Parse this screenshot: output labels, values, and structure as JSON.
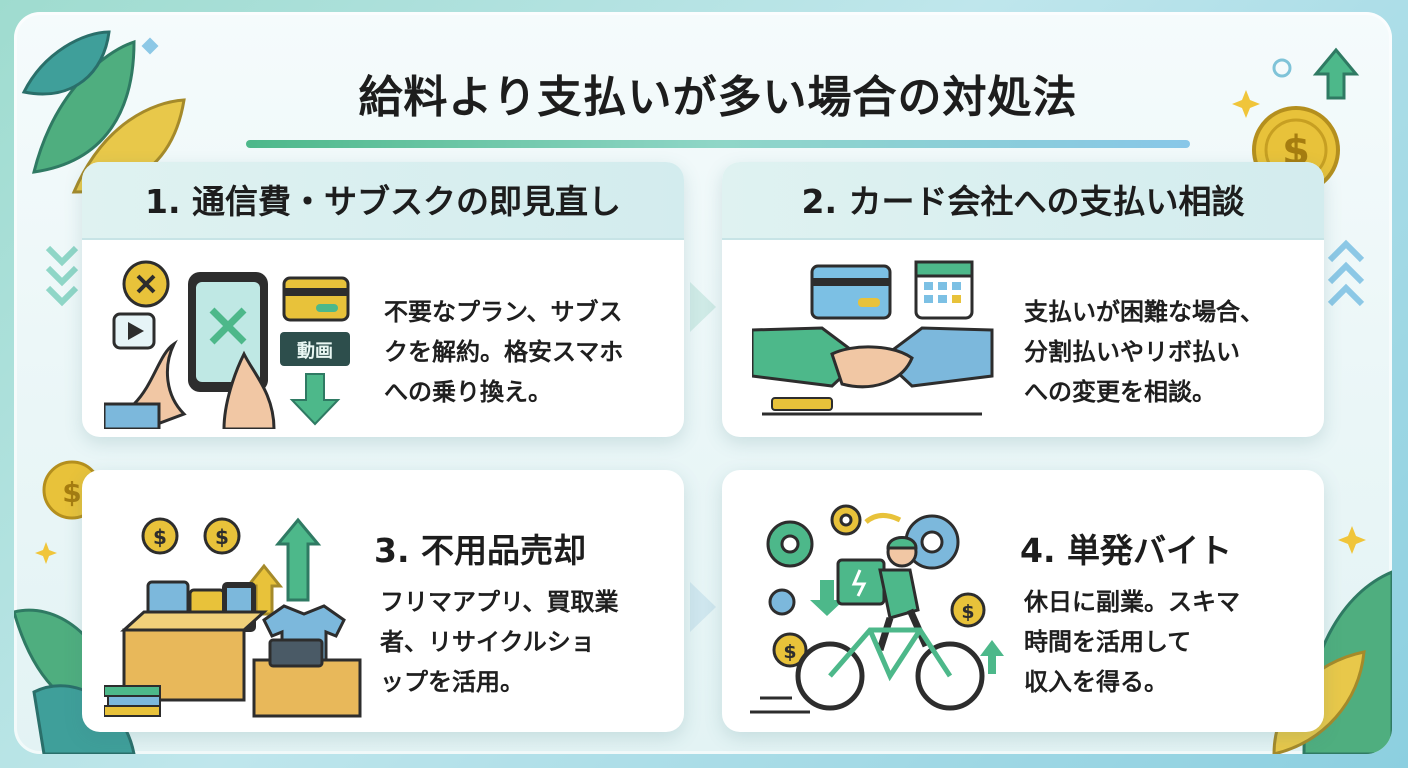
{
  "title": "給料より支払いが多い場合の対処法",
  "cards": [
    {
      "heading": "1. 通信費・サブスクの即見直し",
      "body": "不要なプラン、サブス\nクを解約。格安スマホ\nへの乗り換え。",
      "illustration_label": "動画"
    },
    {
      "heading": "2. カード会社への支払い相談",
      "body": "支払いが困難な場合、\n分割払いやリボ払い\nへの変更を相談。"
    },
    {
      "heading": "3. 不用品売却",
      "body": "フリマアプリ、買取業\n者、リサイクルショ\nップを活用。"
    },
    {
      "heading": "4. 単発バイト",
      "body": "休日に副業。スキマ\n時間を活用して\n収入を得る。"
    }
  ],
  "colors": {
    "accent_green": "#4db88a",
    "accent_teal": "#3fa6a0",
    "accent_blue": "#5aa8d8",
    "coin_gold": "#e8c23a"
  },
  "icons": [
    "dollar-coin-icon",
    "up-arrow-icon",
    "sparkle-icon",
    "leaf-icon",
    "chevron-icon"
  ]
}
